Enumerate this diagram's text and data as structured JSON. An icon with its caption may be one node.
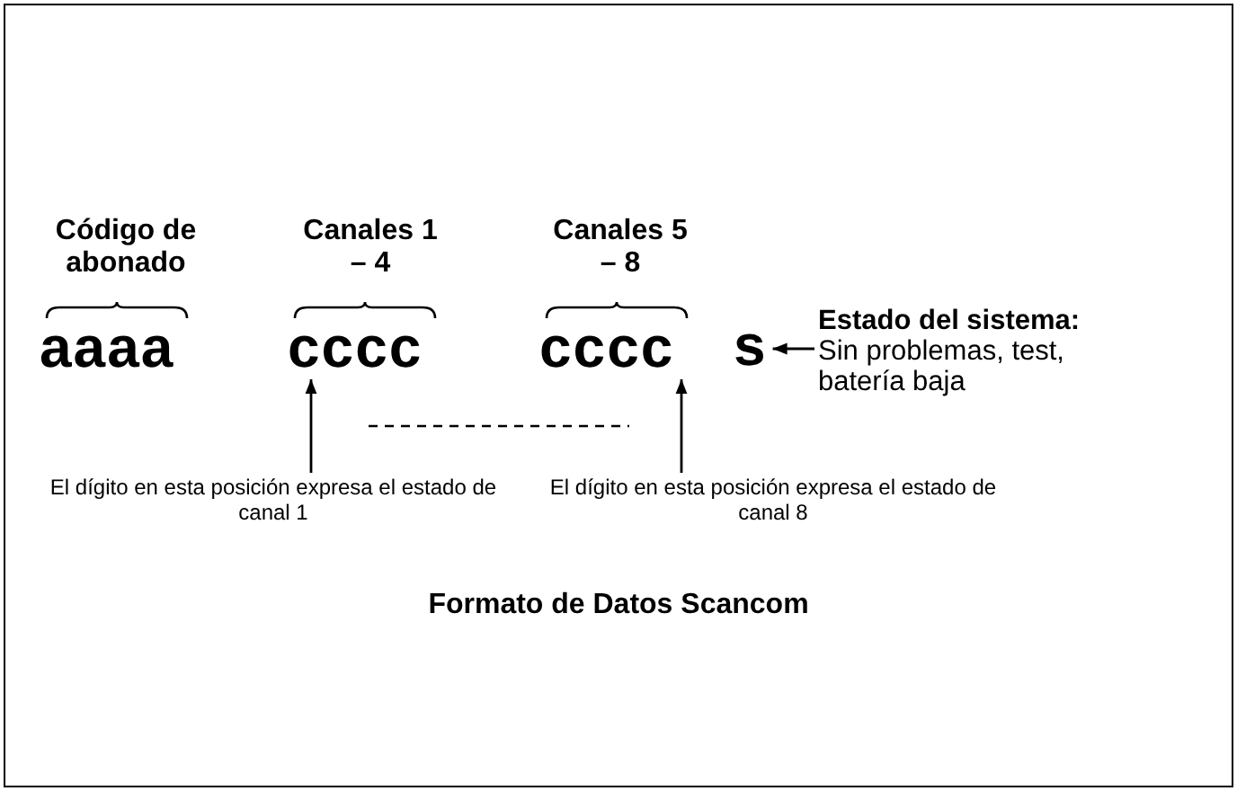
{
  "diagram": {
    "caption": "Formato de Datos Scancom",
    "nodes": [
      {
        "text": [
          "Código de abonado",
          "aaaa"
        ]
      },
      {
        "text": [
          "Canales 1 – 4",
          "cccc"
        ]
      },
      {
        "text": [
          "Canales 5 – 8",
          "cccc"
        ]
      },
      {
        "text": [
          "s"
        ]
      },
      {
        "text": [
          "Estado del sistema:",
          "Sin problemas, test, batería baja"
        ]
      },
      {
        "text": [
          "El dígito en esta posición expresa el estado de canal 1"
        ]
      },
      {
        "text": [
          "El dígito en esta posición expresa el estado de canal 8"
        ]
      }
    ],
    "edges": [
      {
        "from": 4,
        "to": 3,
        "arrow": "to"
      },
      {
        "from": 5,
        "to": 1,
        "arrow": "to"
      },
      {
        "from": 6,
        "to": 2,
        "arrow": "to"
      }
    ]
  }
}
